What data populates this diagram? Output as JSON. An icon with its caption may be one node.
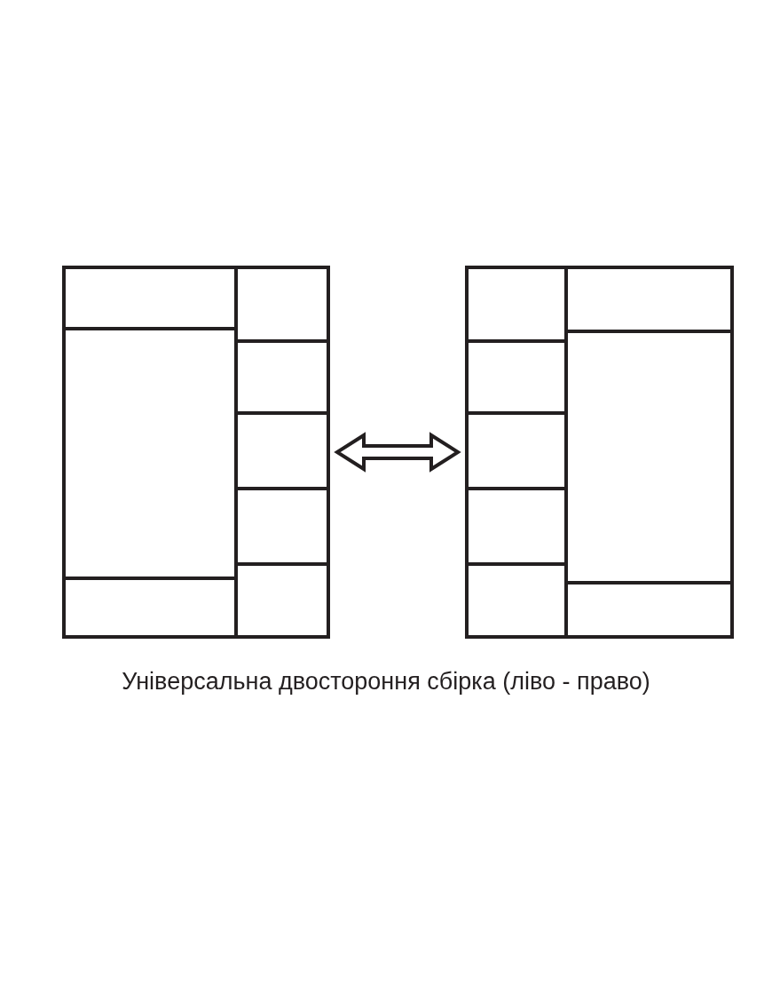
{
  "diagram": {
    "caption": "Універсальна двостороння сбірка (ліво - право)",
    "nodes": [
      {
        "text": [],
        "shape": "box"
      },
      {
        "text": [],
        "shape": "box"
      }
    ],
    "edges": [
      {
        "from": 0,
        "to": 1,
        "arrow": "both"
      }
    ]
  }
}
